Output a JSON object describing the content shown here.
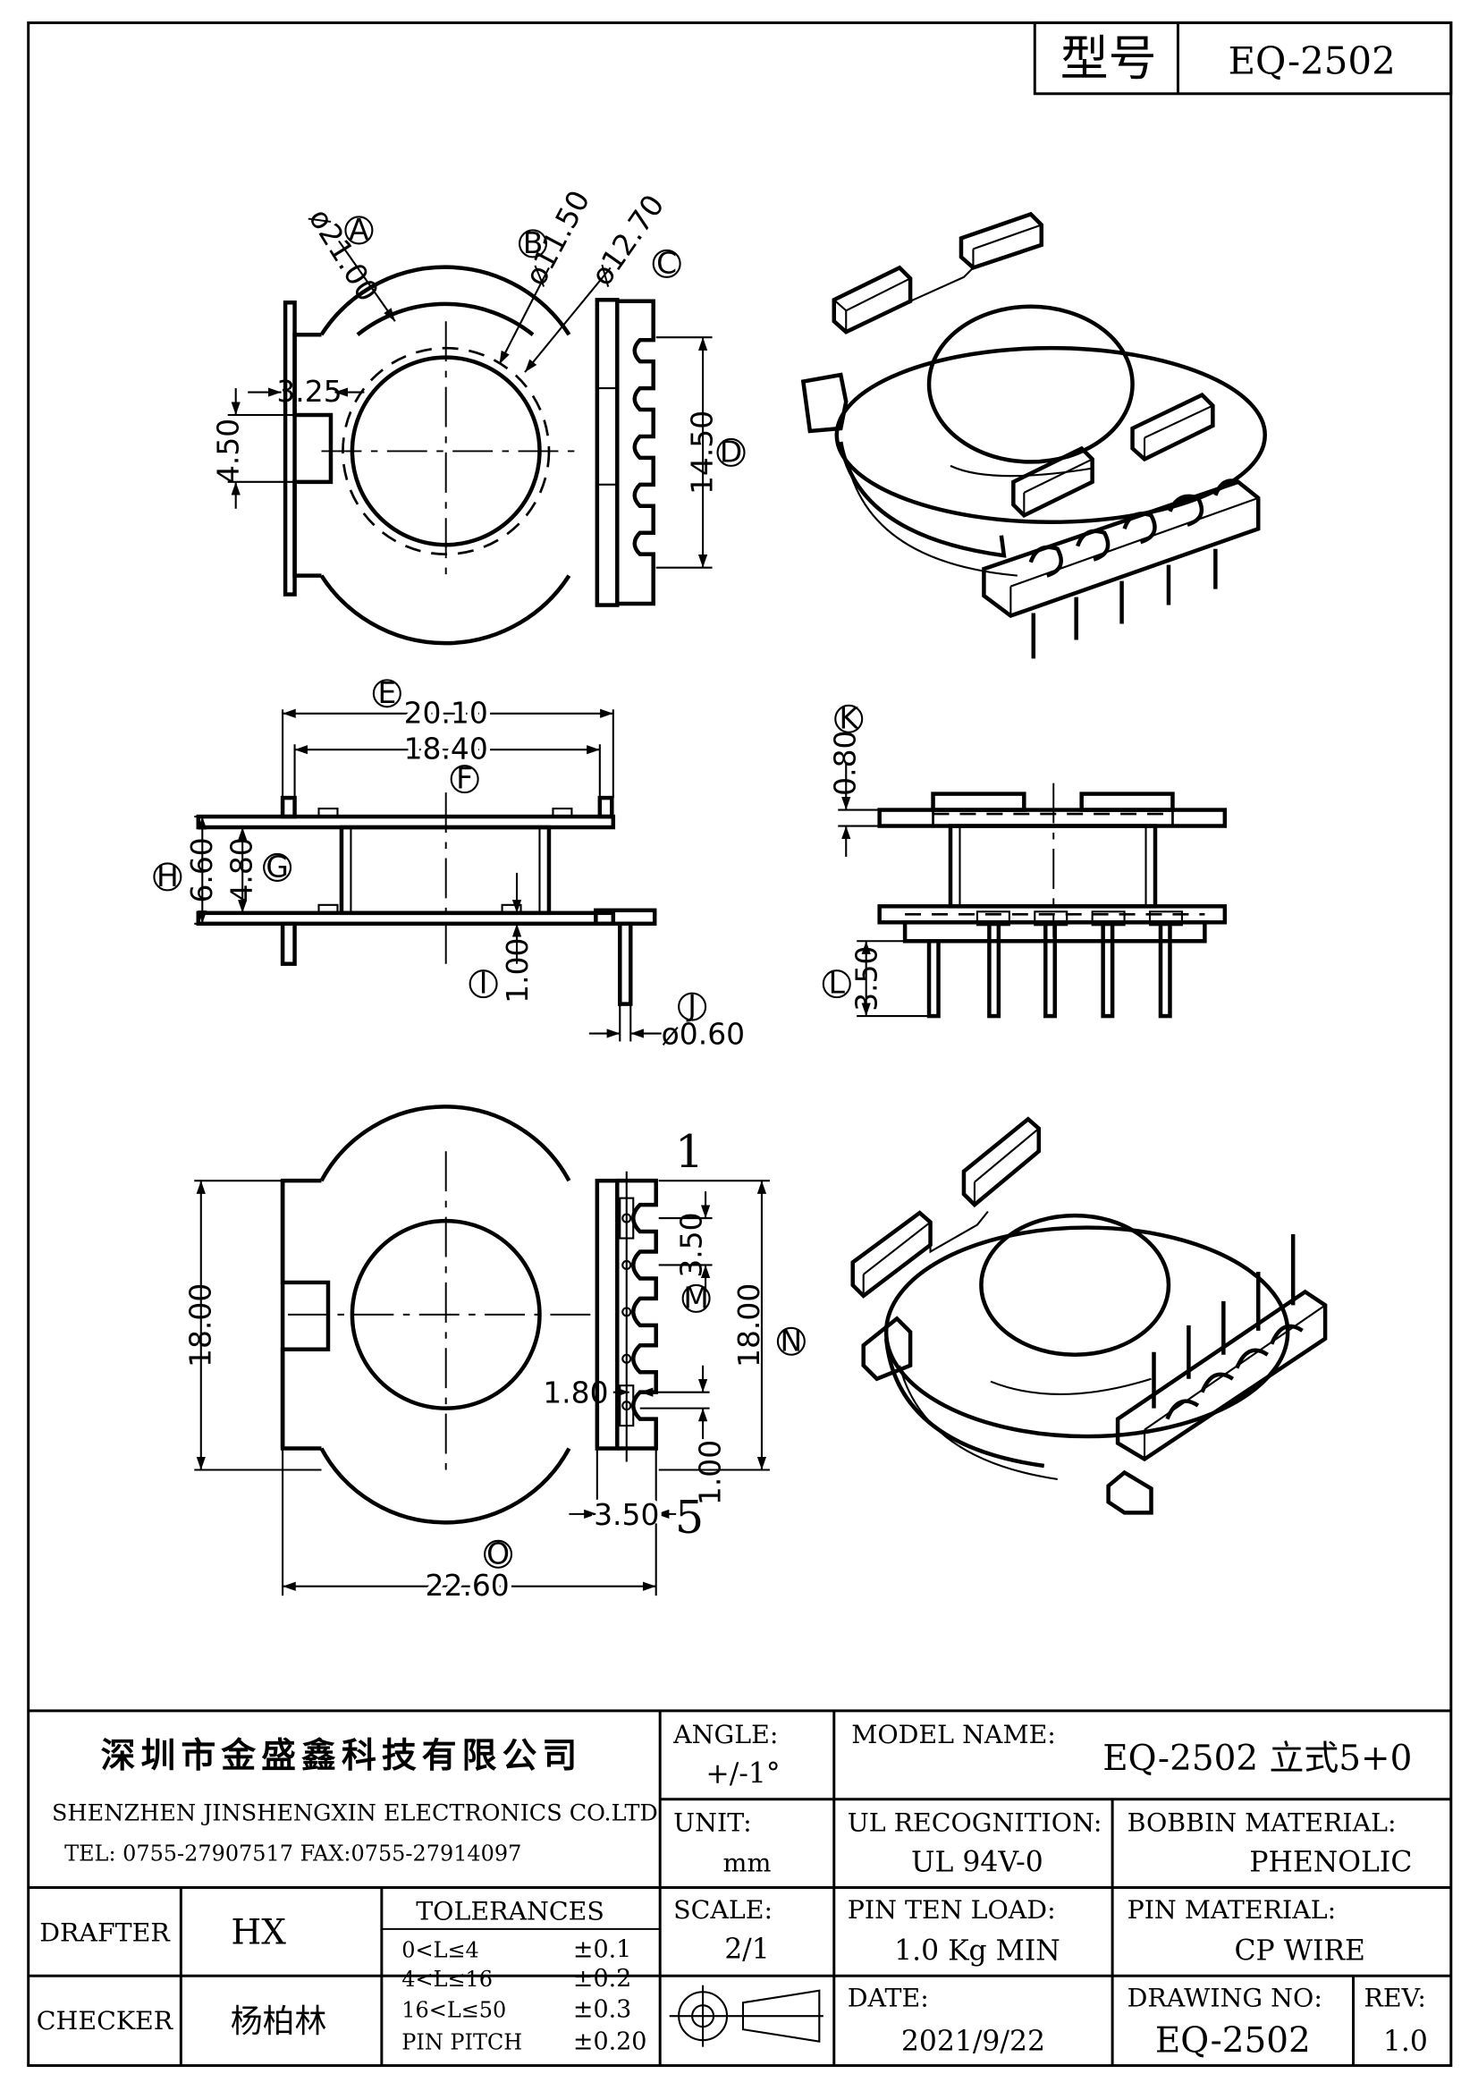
{
  "header": {
    "model_label": "型号",
    "model_value": "EQ-2502"
  },
  "views": {
    "top": {
      "callouts": {
        "A": "A",
        "B": "B",
        "C": "C",
        "D": "D"
      },
      "dims": {
        "a": "ø21.00",
        "b": "ø11.50",
        "c": "ø12.70",
        "slot": "3.25",
        "height": "4.50",
        "d": "14.50"
      }
    },
    "front": {
      "callouts": {
        "E": "E",
        "F": "F",
        "G": "G",
        "H": "H",
        "I": "I",
        "J": "J"
      },
      "dims": {
        "e": "20.10",
        "f": "18.40",
        "g": "4.80",
        "h": "6.60",
        "i": "1.00",
        "j": "ø0.60"
      }
    },
    "side": {
      "callouts": {
        "K": "K",
        "L": "L"
      },
      "dims": {
        "k": "0.80",
        "l": "3.50"
      }
    },
    "bottom": {
      "callouts": {
        "M": "M",
        "N": "N",
        "O": "O"
      },
      "dims": {
        "left_height": "18.00",
        "pitch": "3.50",
        "n": "18.00",
        "slot": "1.80",
        "tail": "1.00",
        "offset": "3.50",
        "width": "22.60"
      },
      "pin_labels": {
        "first": "1",
        "last": "5"
      }
    }
  },
  "title_block": {
    "company_cn": "深圳市金盛鑫科技有限公司",
    "company_en": "SHENZHEN JINSHENGXIN ELECTRONICS CO.LTD",
    "contact": "TEL: 0755-27907517    FAX:0755-27914097",
    "angle_label": "ANGLE:",
    "angle_value": "+/-1°",
    "model_name_label": "MODEL NAME:",
    "model_name_value": "EQ-2502 立式5+0",
    "unit_label": "UNIT:",
    "unit_value": "mm",
    "ul_label": "UL RECOGNITION:",
    "ul_value": "UL 94V-0",
    "bobbin_label": "BOBBIN MATERIAL:",
    "bobbin_value": "PHENOLIC",
    "drafter_label": "DRAFTER",
    "drafter_value": "HX",
    "tolerances_label": "TOLERANCES",
    "tolerances": [
      {
        "range": "0<L≤4",
        "value": "±0.1"
      },
      {
        "range": "4<L≤16",
        "value": "±0.2"
      },
      {
        "range": "16<L≤50",
        "value": "±0.3"
      },
      {
        "range": "PIN PITCH",
        "value": "±0.20"
      }
    ],
    "scale_label": "SCALE:",
    "scale_value": "2/1",
    "pin_load_label": "PIN TEN LOAD:",
    "pin_load_value": "1.0 Kg MIN",
    "pin_material_label": "PIN MATERIAL:",
    "pin_material_value": "CP WIRE",
    "checker_label": "CHECKER",
    "checker_value": "杨柏林",
    "date_label": "DATE:",
    "date_value": "2021/9/22",
    "drawing_no_label": "DRAWING NO:",
    "drawing_no_value": "EQ-2502",
    "rev_label": "REV:",
    "rev_value": "1.0"
  }
}
